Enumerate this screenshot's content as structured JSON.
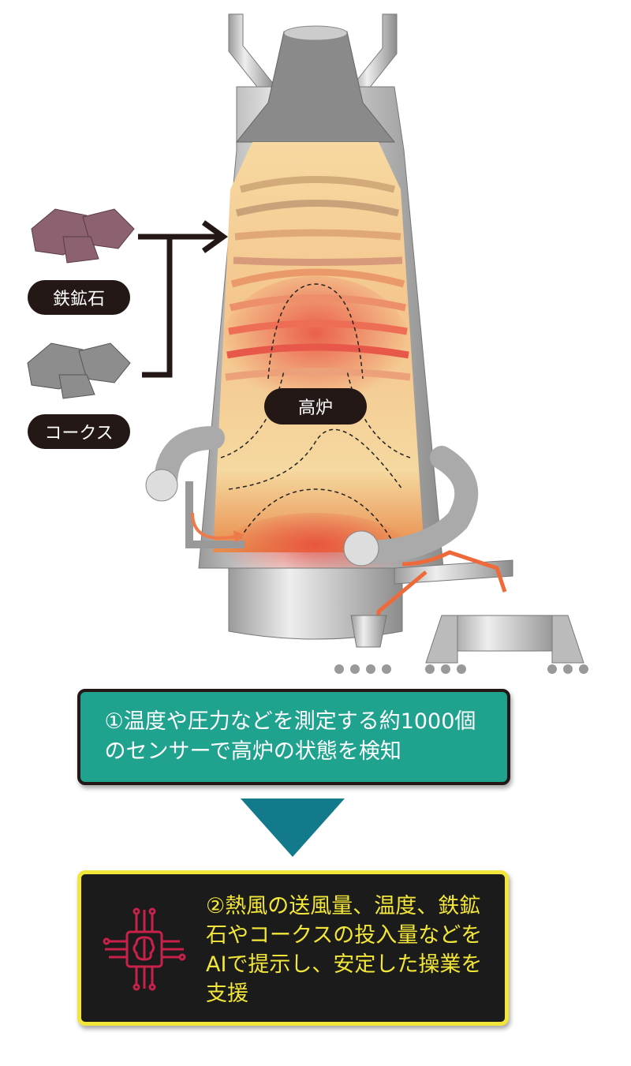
{
  "labels": {
    "iron_ore": "鉄鉱石",
    "coke": "コークス",
    "blast_furnace": "高炉"
  },
  "steps": [
    {
      "text": "①温度や圧力などを測定する約1000個のセンサーで高炉の状態を検知"
    },
    {
      "text": "②熱風の送風量、温度、鉄鉱石やコークスの投入量などをAIで提示し、安定した操業を支援"
    }
  ],
  "colors": {
    "step1_bg": "#1fa38f",
    "step2_bg": "#1b1b1b",
    "step2_border": "#f2e63a",
    "arrow": "#137a8c",
    "ai_icon": "#c8214a"
  }
}
